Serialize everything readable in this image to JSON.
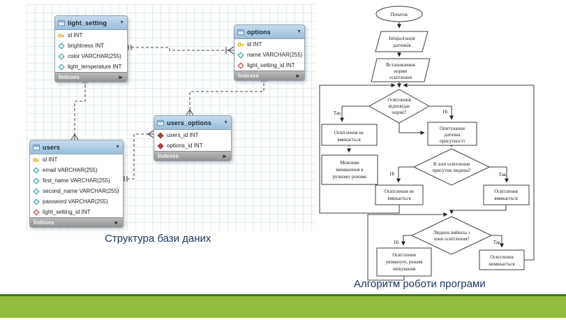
{
  "er_diagram": {
    "caption": "Структура бази даних",
    "footer_label": "Indexes",
    "tables": [
      {
        "title": "light_setting",
        "columns": [
          {
            "icon": "primary-key",
            "label": "id INT"
          },
          {
            "icon": "column",
            "label": "brightness INT"
          },
          {
            "icon": "column",
            "label": "color VARCHAR(255)"
          },
          {
            "icon": "column",
            "label": "light_temperature INT"
          }
        ]
      },
      {
        "title": "options",
        "columns": [
          {
            "icon": "primary-key",
            "label": "id INT"
          },
          {
            "icon": "column",
            "label": "name VARCHAR(255)"
          },
          {
            "icon": "foreign-key",
            "label": "light_setting_id INT"
          }
        ]
      },
      {
        "title": "users_options",
        "columns": [
          {
            "icon": "foreign-key-filled",
            "label": "users_id INT"
          },
          {
            "icon": "foreign-key-filled",
            "label": "options_id INT"
          }
        ]
      },
      {
        "title": "users",
        "columns": [
          {
            "icon": "primary-key",
            "label": "id INT"
          },
          {
            "icon": "column",
            "label": "email VARCHAR(255)"
          },
          {
            "icon": "column",
            "label": "first_name VARCHAR(255)"
          },
          {
            "icon": "column",
            "label": "second_name VARCHAR(255)"
          },
          {
            "icon": "column",
            "label": "password VARCHAR(255)"
          },
          {
            "icon": "foreign-key",
            "label": "light_setting_id INT"
          }
        ]
      }
    ]
  },
  "flowchart": {
    "caption": "Алгоритм роботи програми",
    "yes": "Так",
    "no": "Ні",
    "start": "Початок",
    "init": [
      "Ініціалізація",
      "датчиків"
    ],
    "set_norm": [
      "Встановлення",
      "норми",
      "освітлення"
    ],
    "d_norm": [
      "Освітлення",
      "відповідає",
      "нормі?"
    ],
    "light_off_1": [
      "Освітлення не",
      "вмикається"
    ],
    "manual": [
      "Можливе",
      "ввімкнення в",
      "ручному режимі"
    ],
    "poll": [
      "Опитування",
      "датчика",
      "присутності"
    ],
    "d_presence": [
      "В зоні освітлення",
      "присутня людина?"
    ],
    "light_off_2": [
      "Освітлення не",
      "вмикається"
    ],
    "light_on": [
      "Освітлення",
      "вмикається"
    ],
    "d_left": [
      "Людина вийшла з",
      "зони освітлення?"
    ],
    "standby": [
      "Освітлення",
      "увімкнуте, режим",
      "очікування"
    ],
    "light_out": [
      "Освітлення",
      "вимикається"
    ]
  },
  "colors": {
    "band_light_green": "#94bc3c",
    "band_dark_green": "#41761e",
    "caption_blue": "#1e3560",
    "table_header_blue": "#aecbe3"
  },
  "icons": {
    "primary-key": "yellow key",
    "column": "open teal diamond",
    "foreign-key": "open red diamond",
    "foreign-key-filled": "filled red diamond",
    "table-icon": "small blue grid sheet",
    "collapse-caret": "▼",
    "indexes-expand": "►"
  }
}
